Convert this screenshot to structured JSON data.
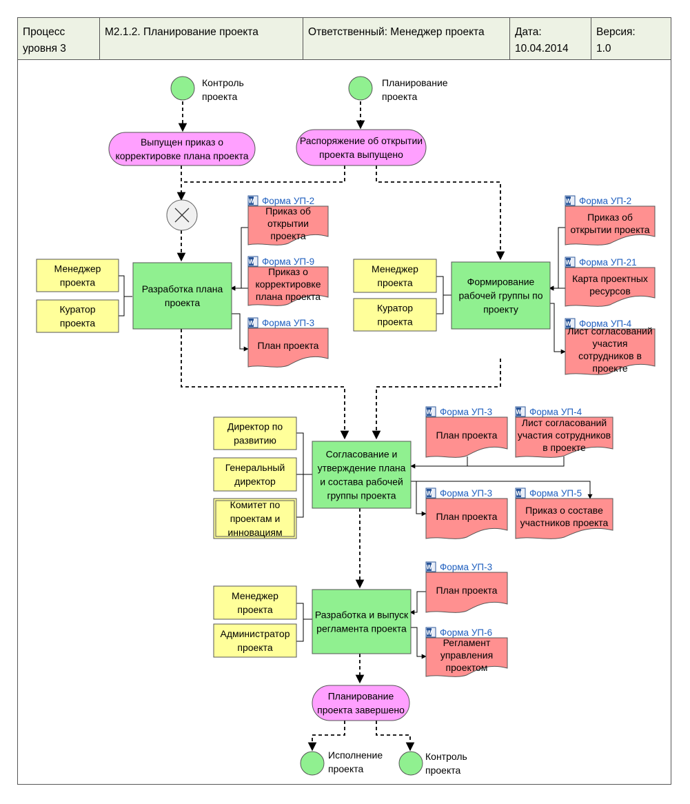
{
  "header": {
    "level_line1": "Процесс",
    "level_line2": "уровня 3",
    "process": "М2.1.2.  Планирование проекта",
    "responsible": "Ответственный: Менеджер проекта",
    "date_label": "Дата:",
    "date_value": "10.04.2014",
    "version_label": "Версия:",
    "version_value": "1.0"
  },
  "colors": {
    "event_fill": "#ffa0ff",
    "function_fill": "#90f090",
    "role_fill": "#ffff9a",
    "document_fill": "#ff9090",
    "terminal_fill": "#90f090",
    "link_text": "#1f5fbf"
  },
  "terminals": {
    "control_top": [
      "Контроль",
      "проекта"
    ],
    "planning_top": [
      "Планирование",
      "проекта"
    ],
    "execution": [
      "Исполнение",
      "проекта"
    ],
    "control_bottom": [
      "Контроль",
      "проекта"
    ]
  },
  "events": {
    "adjustment_issued": [
      "Выпущен приказ о",
      "корректировке плана проекта"
    ],
    "opening_issued": [
      "Распоряжение об открытии",
      "проекта выпущено"
    ],
    "planning_done": [
      "Планирование",
      "проекта завершено"
    ]
  },
  "functions": {
    "develop_plan": [
      "Разработка плана",
      "проекта"
    ],
    "form_team": [
      "Формирование",
      "рабочей группы по",
      "проекту"
    ],
    "approve": [
      "Согласование и",
      "утверждение плана",
      "и состава рабочей",
      "группы проекта"
    ],
    "regulation": [
      "Разработка и выпуск",
      "регламента проекта"
    ]
  },
  "roles": {
    "manager_1": [
      "Менеджер",
      "проекта"
    ],
    "curator_1": [
      "Куратор",
      "проекта"
    ],
    "manager_2": [
      "Менеджер",
      "проекта"
    ],
    "curator_2": [
      "Куратор",
      "проекта"
    ],
    "dev_director": [
      "Директор по",
      "развитию"
    ],
    "general_director": [
      "Генеральный",
      "директор"
    ],
    "committee": [
      "Комитет по",
      "проектам и",
      "инновациям"
    ],
    "manager_3": [
      "Менеджер",
      "проекта"
    ],
    "administrator": [
      "Администратор",
      "проекта"
    ]
  },
  "documents": {
    "d1": {
      "form": "Форма УП-2",
      "text": [
        "Приказ об",
        "открытии",
        "проекта"
      ]
    },
    "d2": {
      "form": "Форма УП-9",
      "text": [
        "Приказ о",
        "корректировке",
        "плана проекта"
      ]
    },
    "d3": {
      "form": "Форма УП-3",
      "text": [
        "План проекта"
      ]
    },
    "d4": {
      "form": "Форма УП-2",
      "text": [
        "Приказ об",
        "открытии проекта"
      ]
    },
    "d5": {
      "form": "Форма УП-21",
      "text": [
        "Карта проектных",
        "ресурсов"
      ]
    },
    "d6": {
      "form": "Форма УП-4",
      "text": [
        "Лист согласований",
        "участия",
        "сотрудников в",
        "проекте"
      ]
    },
    "d7": {
      "form": "Форма УП-3",
      "text": [
        "План проекта"
      ]
    },
    "d8": {
      "form": "Форма УП-4",
      "text": [
        "Лист согласований",
        "участия сотрудников",
        "в проекте"
      ]
    },
    "d9": {
      "form": "Форма УП-3",
      "text": [
        "План проекта"
      ]
    },
    "d10": {
      "form": "Форма УП-5",
      "text": [
        "Приказ о составе",
        "участников проекта"
      ]
    },
    "d11": {
      "form": "Форма УП-3",
      "text": [
        "План проекта"
      ]
    },
    "d12": {
      "form": "Форма УП-6",
      "text": [
        "Регламент",
        "управления",
        "проектом"
      ]
    }
  },
  "word_icon_letter": "W"
}
